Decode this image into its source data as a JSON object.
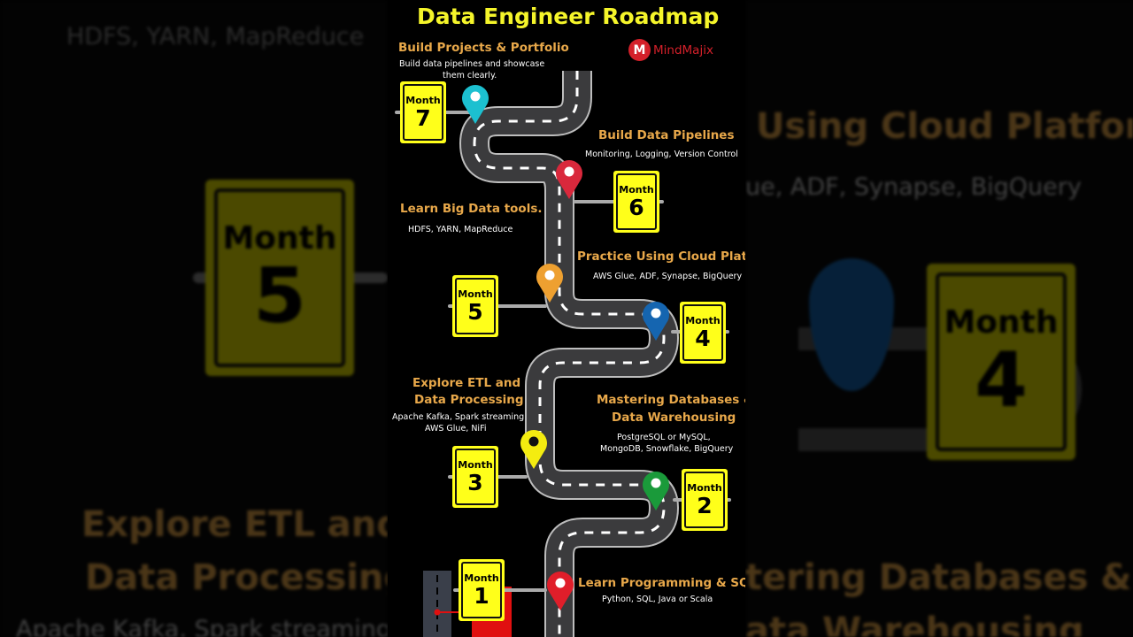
{
  "title": "Data Engineer Roadmap",
  "brand": {
    "name": "MindMajix",
    "color": "#d4202a"
  },
  "sign_label": "Month",
  "milestones": [
    {
      "month": "1",
      "heading": "Learn Programming & SQL",
      "detail": "Python, SQL, Java or Scala",
      "pin_color": "#e01e2a"
    },
    {
      "month": "2",
      "heading": "Mastering Databases &",
      "heading2": "Data Warehousing",
      "detail": "PostgreSQL or MySQL,",
      "detail2": "MongoDB, Snowflake, BigQuery",
      "pin_color": "#1a9a3a"
    },
    {
      "month": "3",
      "heading": "Explore ETL and",
      "heading2": "Data Processing",
      "detail": "Apache Kafka, Spark streaming",
      "detail2": "AWS Glue, NiFi",
      "pin_color": "#f4ec10"
    },
    {
      "month": "4",
      "heading": "Practice Using Cloud Platform",
      "detail": "AWS Glue, ADF, Synapse, BigQuery",
      "pin_color": "#1565b0"
    },
    {
      "month": "5",
      "heading": "Learn Big Data tools.",
      "detail": "HDFS, YARN, MapReduce",
      "pin_color": "#eea030"
    },
    {
      "month": "6",
      "heading": "Build Data Pipelines",
      "detail": "Monitoring, Logging, Version Control",
      "pin_color": "#d9283c"
    },
    {
      "month": "7",
      "heading": "Build Projects & Portfolio",
      "detail": "Build data pipelines and showcase",
      "detail2": "them clearly.",
      "pin_color": "#1cc0d0"
    }
  ],
  "background_left": {
    "line1": "HDFS, YARN, MapReduce",
    "line2": "Explore ETL and",
    "line3": "Data Processing",
    "line4": "Apache Kafka, Spark streaming"
  },
  "background_right": {
    "line1": "Using Cloud Platform",
    "line2": "ue, ADF, Synapse, BigQuery",
    "line3": "tering Databases &",
    "line4": "ata Warehousing"
  }
}
